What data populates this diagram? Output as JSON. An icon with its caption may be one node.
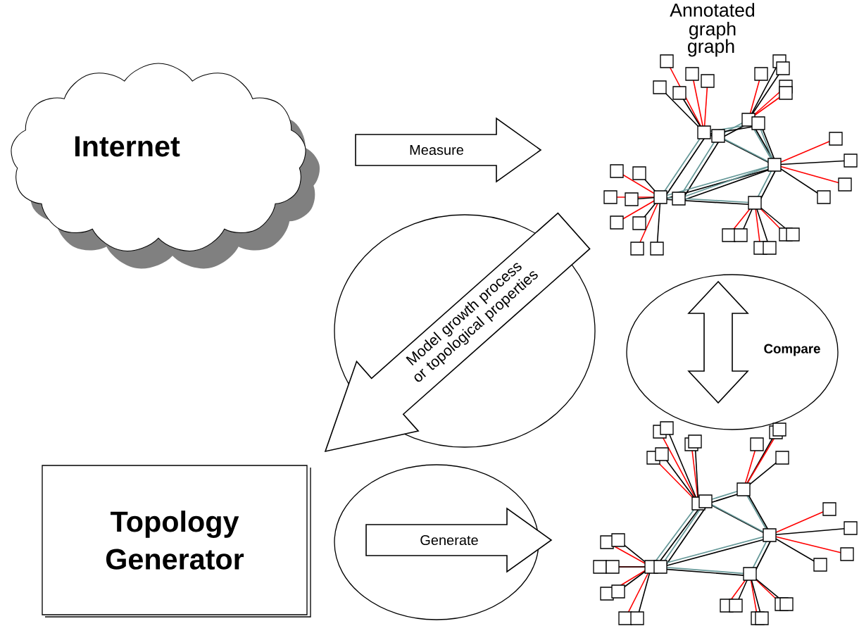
{
  "diagram": {
    "nodes": [
      {
        "text": [
          "Internet"
        ]
      },
      {
        "text": [
          "Annotated graph"
        ]
      },
      {
        "text": [],
        "shape": "ellipse"
      },
      {
        "text": [],
        "shape": "ellipse"
      },
      {
        "text": [
          "Topology Generator"
        ]
      },
      {
        "text": [],
        "shape": "ellipse"
      },
      {
        "text": [],
        "shape": "picture"
      }
    ],
    "edges": [
      {
        "from": 0,
        "to": 1,
        "arrow": "to",
        "label": "Measure"
      },
      {
        "from": 1,
        "to": 4,
        "arrow": "to",
        "label": "Model growth process or topological properties"
      },
      {
        "from": 1,
        "to": 6,
        "arrow": "both",
        "label": "Compare"
      },
      {
        "from": 4,
        "to": 6,
        "arrow": "to",
        "label": "Generate"
      }
    ],
    "labels": [
      "graph"
    ]
  }
}
